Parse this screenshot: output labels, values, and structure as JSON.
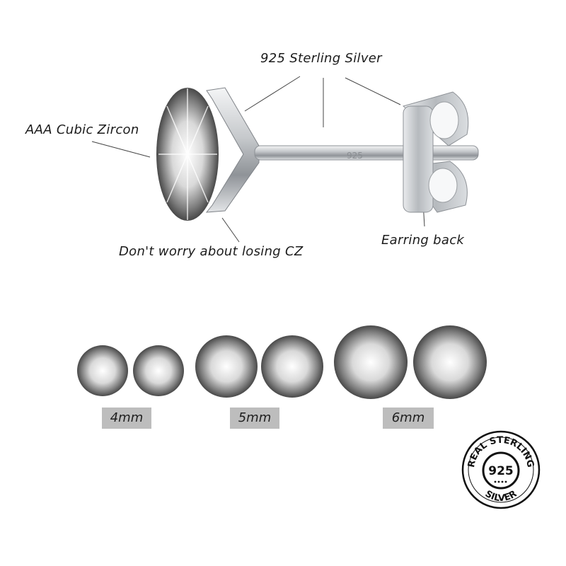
{
  "annotations": {
    "silver": "925 Sterling Silver",
    "zircon": "AAA Cubic Zircon",
    "worry": "Don't worry about losing CZ",
    "back": "Earring back"
  },
  "post_stamp": "925",
  "sizes": [
    "4mm",
    "5mm",
    "6mm"
  ],
  "seal": {
    "top_text": "REAL  STERLING",
    "bottom_text": "SILVER",
    "center_text": "925"
  },
  "colors": {
    "text": "#1c1c1c",
    "size_tag_bg": "#bdbdbd",
    "metal": "#b9bcc0"
  }
}
